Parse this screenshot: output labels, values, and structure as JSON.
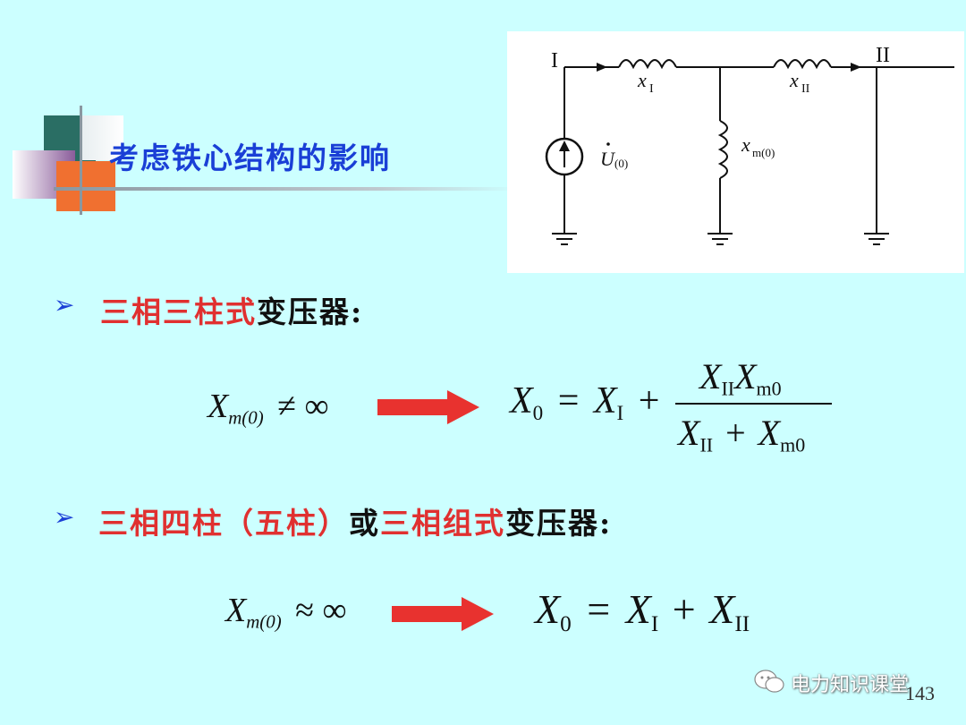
{
  "slide": {
    "title": "考虑铁心结构的影响",
    "page_number": "143",
    "watermark": "电力知识课堂"
  },
  "circuit": {
    "node_left": "I",
    "node_right": "II",
    "x1_label": "x",
    "x1_sub": "I",
    "x2_label": "x",
    "x2_sub": "II",
    "xm_label": "x",
    "xm_sub": "m(0)",
    "source_label": "U",
    "source_sub": "(0)"
  },
  "case1": {
    "bullet": "➢",
    "red_text": "三相三柱式",
    "black_text": "变压器:",
    "cond_var": "X",
    "cond_sub": "m(0)",
    "cond_op": "≠ ∞",
    "result_lhs": "X",
    "result_lhs_sub": "0",
    "result_eq": "=",
    "result_t1": "X",
    "result_t1_sub": "I",
    "result_plus": "+",
    "num_a": "X",
    "num_a_sub": "II",
    "num_b": "X",
    "num_b_sub": "m0",
    "den_a": "X",
    "den_a_sub": "II",
    "den_plus": "+",
    "den_b": "X",
    "den_b_sub": "m0"
  },
  "case2": {
    "bullet": "➢",
    "red_text_1": "三相四柱（五柱）",
    "black_text_1": "或",
    "red_text_2": "三相组式",
    "black_text_2": "变压器:",
    "cond_var": "X",
    "cond_sub": "m(0)",
    "cond_op": "≈ ∞",
    "result_lhs": "X",
    "result_lhs_sub": "0",
    "result_eq": "=",
    "result_t1": "X",
    "result_t1_sub": "I",
    "result_plus": "+",
    "result_t2": "X",
    "result_t2_sub": "II"
  },
  "colors": {
    "background": "#ccffff",
    "title_blue": "#1a3fd6",
    "highlight_red": "#e03030",
    "arrow_red": "#e8322f"
  }
}
